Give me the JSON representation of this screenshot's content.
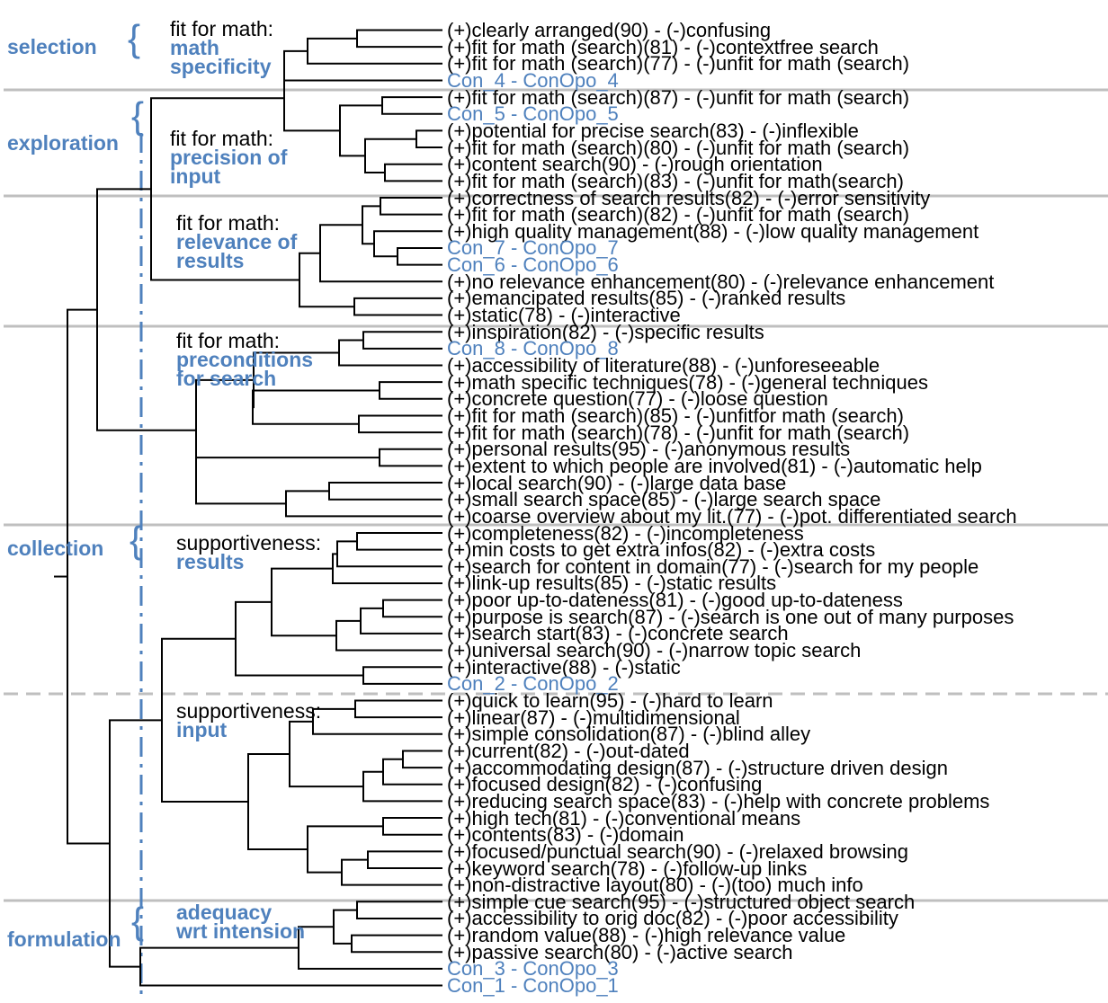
{
  "phases": [
    {
      "label": "selection"
    },
    {
      "label": "exploration"
    },
    {
      "label": "collection"
    },
    {
      "label": "formulation"
    }
  ],
  "groups": [
    {
      "line1": "fit for math:",
      "line2": "math",
      "line3": "specificity"
    },
    {
      "line1": "fit for math:",
      "line2": "precision of",
      "line3": "input"
    },
    {
      "line1": "fit for math:",
      "line2": "relevance of",
      "line3": "results"
    },
    {
      "line1": "fit for math:",
      "line2": "preconditions",
      "line3": "for search"
    },
    {
      "line1": "supportiveness:",
      "line2": "results",
      "line3": ""
    },
    {
      "line1": "supportiveness:",
      "line2": "input",
      "line3": ""
    },
    {
      "line1": "",
      "line2": "adequacy",
      "line3": "wrt intension"
    }
  ],
  "leaves": [
    {
      "text": "(+)clearly arranged(90) - (-)confusing",
      "con": false
    },
    {
      "text": "(+)fit for math (search)(81) - (-)contextfree search",
      "con": false
    },
    {
      "text": "(+)fit for math (search)(77) - (-)unfit for math (search)",
      "con": false
    },
    {
      "text": "Con_4 - ConOpo_4",
      "con": true
    },
    {
      "text": "(+)fit for math (search)(87) - (-)unfit for math (search)",
      "con": false
    },
    {
      "text": "Con_5 - ConOpo_5",
      "con": true
    },
    {
      "text": "(+)potential for precise search(83) - (-)inflexible",
      "con": false
    },
    {
      "text": "(+)fit for math (search)(80) - (-)unfit for math (search)",
      "con": false
    },
    {
      "text": "(+)content search(90) - (-)rough orientation",
      "con": false
    },
    {
      "text": "(+)fit for math (search)(83) - (-)unfit for math(search)",
      "con": false
    },
    {
      "text": "(+)correctness of search results(82) - (-)error sensitivity",
      "con": false
    },
    {
      "text": "(+)fit for math (search)(82) - (-)unfit for math (search)",
      "con": false
    },
    {
      "text": "(+)high quality management(88) - (-)low quality management",
      "con": false
    },
    {
      "text": "Con_7 - ConOpo_7",
      "con": true
    },
    {
      "text": "Con_6 - ConOpo_6",
      "con": true
    },
    {
      "text": "(+)no relevance enhancement(80) - (-)relevance enhancement",
      "con": false
    },
    {
      "text": "(+)emancipated results(85) - (-)ranked results",
      "con": false
    },
    {
      "text": "(+)static(78) - (-)interactive",
      "con": false
    },
    {
      "text": "(+)inspiration(82) - (-)specific results",
      "con": false
    },
    {
      "text": "Con_8 - ConOpo_8",
      "con": true
    },
    {
      "text": "(+)accessibility of literature(88) - (-)unforeseeable",
      "con": false
    },
    {
      "text": "(+)math specific techniques(78) - (-)general techniques",
      "con": false
    },
    {
      "text": "(+)concrete question(77) - (-)loose question",
      "con": false
    },
    {
      "text": "(+)fit for math (search)(85) - (-)unfitfor math (search)",
      "con": false
    },
    {
      "text": "(+)fit for math (search)(78) - (-)unfit for math (search)",
      "con": false
    },
    {
      "text": "(+)personal results(95) - (-)anonymous results",
      "con": false
    },
    {
      "text": "(+)extent to which people are involved(81) - (-)automatic help",
      "con": false
    },
    {
      "text": "(+)local search(90) - (-)large data base",
      "con": false
    },
    {
      "text": "(+)small search space(85) - (-)large search space",
      "con": false
    },
    {
      "text": "(+)coarse overview about my lit.(77) - (-)pot. differentiated search",
      "con": false
    },
    {
      "text": "(+)completeness(82) - (-)incompleteness",
      "con": false
    },
    {
      "text": "(+)min costs to get extra  infos(82) - (-)extra  costs",
      "con": false
    },
    {
      "text": "(+)search for content in domain(77) - (-)search for my people",
      "con": false
    },
    {
      "text": "(+)link-up results(85) - (-)static results",
      "con": false
    },
    {
      "text": "(+)poor up-to-dateness(81) - (-)good up-to-dateness",
      "con": false
    },
    {
      "text": "(+)purpose is search(87) - (-)search is one out of many purposes",
      "con": false
    },
    {
      "text": "(+)search start(83) - (-)concrete search",
      "con": false
    },
    {
      "text": "(+)universal search(90) - (-)narrow topic search",
      "con": false
    },
    {
      "text": "(+)interactive(88) - (-)static",
      "con": false
    },
    {
      "text": "Con_2 - ConOpo_2",
      "con": true
    },
    {
      "text": "(+)quick to learn(95) - (-)hard to learn",
      "con": false
    },
    {
      "text": "(+)linear(87) - (-)multidimensional",
      "con": false
    },
    {
      "text": "(+)simple consolidation(87) - (-)blind alley",
      "con": false
    },
    {
      "text": "(+)current(82) - (-)out-dated",
      "con": false
    },
    {
      "text": "(+)accommodating design(87) - (-)structure driven design",
      "con": false
    },
    {
      "text": "(+)focused design(82) - (-)confusing",
      "con": false
    },
    {
      "text": "(+)reducing search space(83) - (-)help with concrete problems",
      "con": false
    },
    {
      "text": "(+)high tech(81) - (-)conventional means",
      "con": false
    },
    {
      "text": "(+)contents(83) - (-)domain",
      "con": false
    },
    {
      "text": "(+)focused/punctual search(90) - (-)relaxed browsing",
      "con": false
    },
    {
      "text": "(+)keyword search(78) - (-)follow-up links",
      "con": false
    },
    {
      "text": "(+)non-distractive layout(80) - (-)(too) much info",
      "con": false
    },
    {
      "text": "(+)simple cue search(95) - (-)structured object search",
      "con": false
    },
    {
      "text": "(+)accessibility to orig doc(82) - (-)poor accessibility",
      "con": false
    },
    {
      "text": "(+)random value(88) - (-)high relevance value",
      "con": false
    },
    {
      "text": "(+)passive search(80) - (-)active search",
      "con": false
    },
    {
      "text": "Con_3 - ConOpo_3",
      "con": true
    },
    {
      "text": "Con_1 - ConOpo_1",
      "con": true
    }
  ],
  "colors": {
    "accent": "#4f81bd",
    "separator": "#bfbfbf",
    "tree": "#000000"
  }
}
